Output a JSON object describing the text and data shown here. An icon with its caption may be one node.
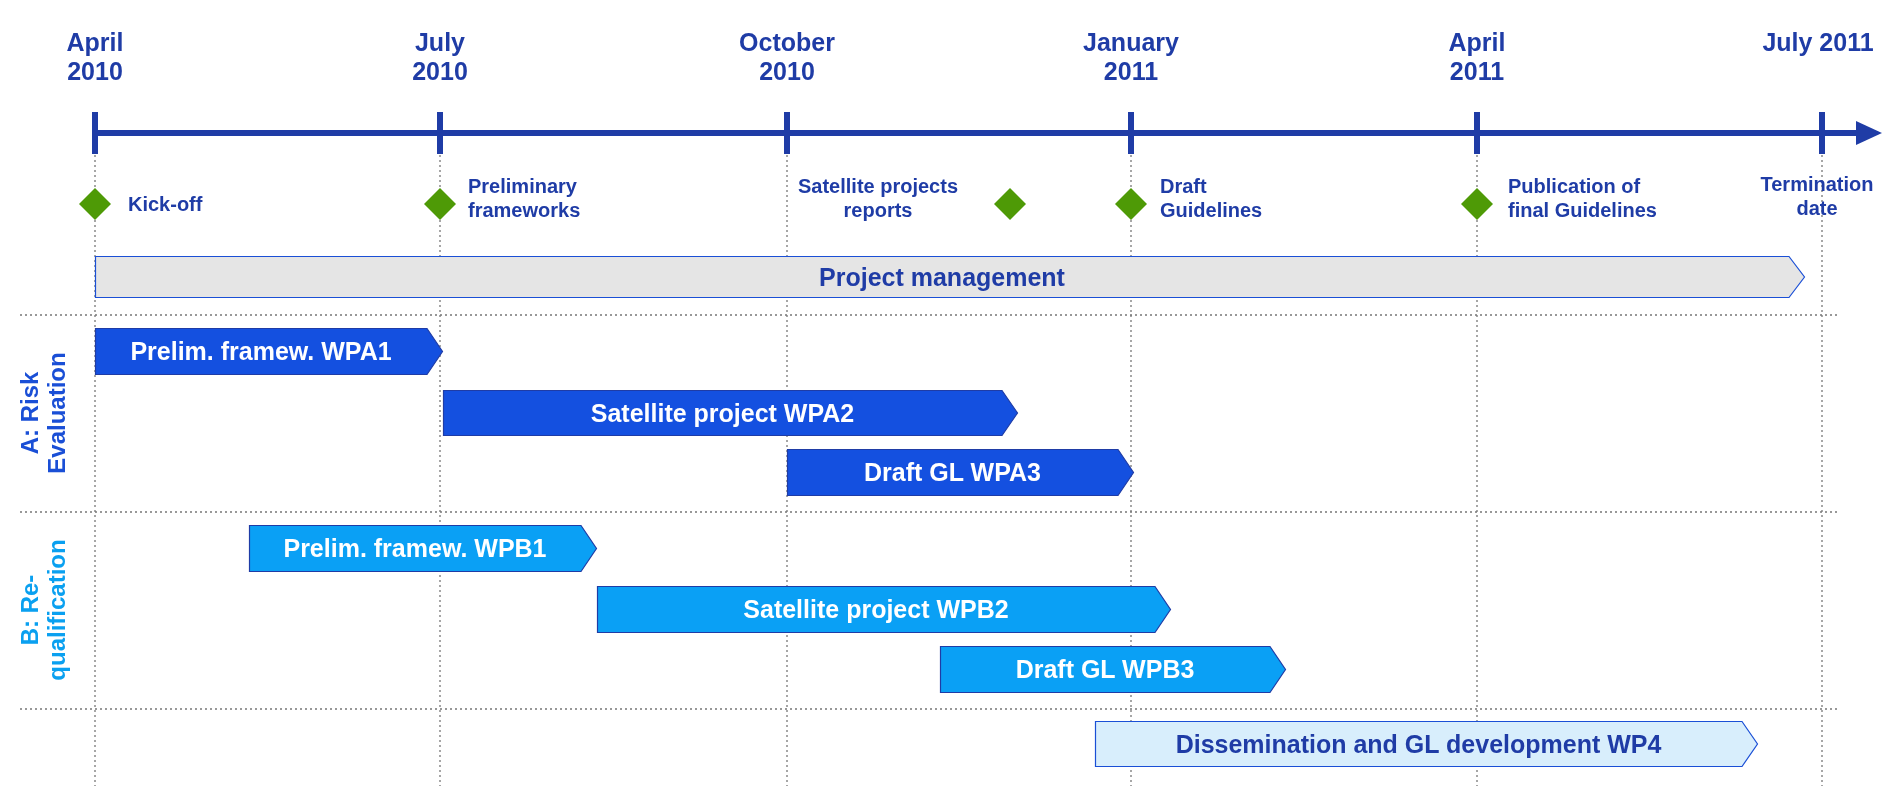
{
  "diagram": {
    "nodes": [
      {
        "text": [],
        "shape": "diamond",
        "beside": [
          "Kick-off"
        ]
      },
      {
        "text": [],
        "shape": "diamond",
        "beside": [
          "Preliminary frameworks"
        ]
      },
      {
        "text": [],
        "shape": "diamond",
        "beside": [
          "Satellite projects reports"
        ]
      },
      {
        "text": [],
        "shape": "diamond",
        "beside": [
          "Draft Guidelines"
        ]
      },
      {
        "text": [],
        "shape": "diamond",
        "beside": [
          "Publication of final Guidelines"
        ]
      },
      {
        "text": [
          "Project management"
        ]
      },
      {
        "text": [
          "Prelim. framew. WPA1"
        ]
      },
      {
        "text": [
          "Satellite project WPA2"
        ]
      },
      {
        "text": [
          "Draft GL WPA3"
        ]
      },
      {
        "text": [
          "Prelim. framew. WPB1"
        ]
      },
      {
        "text": [
          "Satellite project WPB2"
        ]
      },
      {
        "text": [
          "Draft GL WPB3"
        ]
      },
      {
        "text": [
          "Dissemination and GL development WP4"
        ]
      }
    ],
    "labels": [
      "April 2010",
      "July 2010",
      "October 2010",
      "January 2011",
      "April 2011",
      "July 2011",
      "Termination date",
      "A: Risk Evaluation",
      "B: Re-qualification"
    ]
  }
}
